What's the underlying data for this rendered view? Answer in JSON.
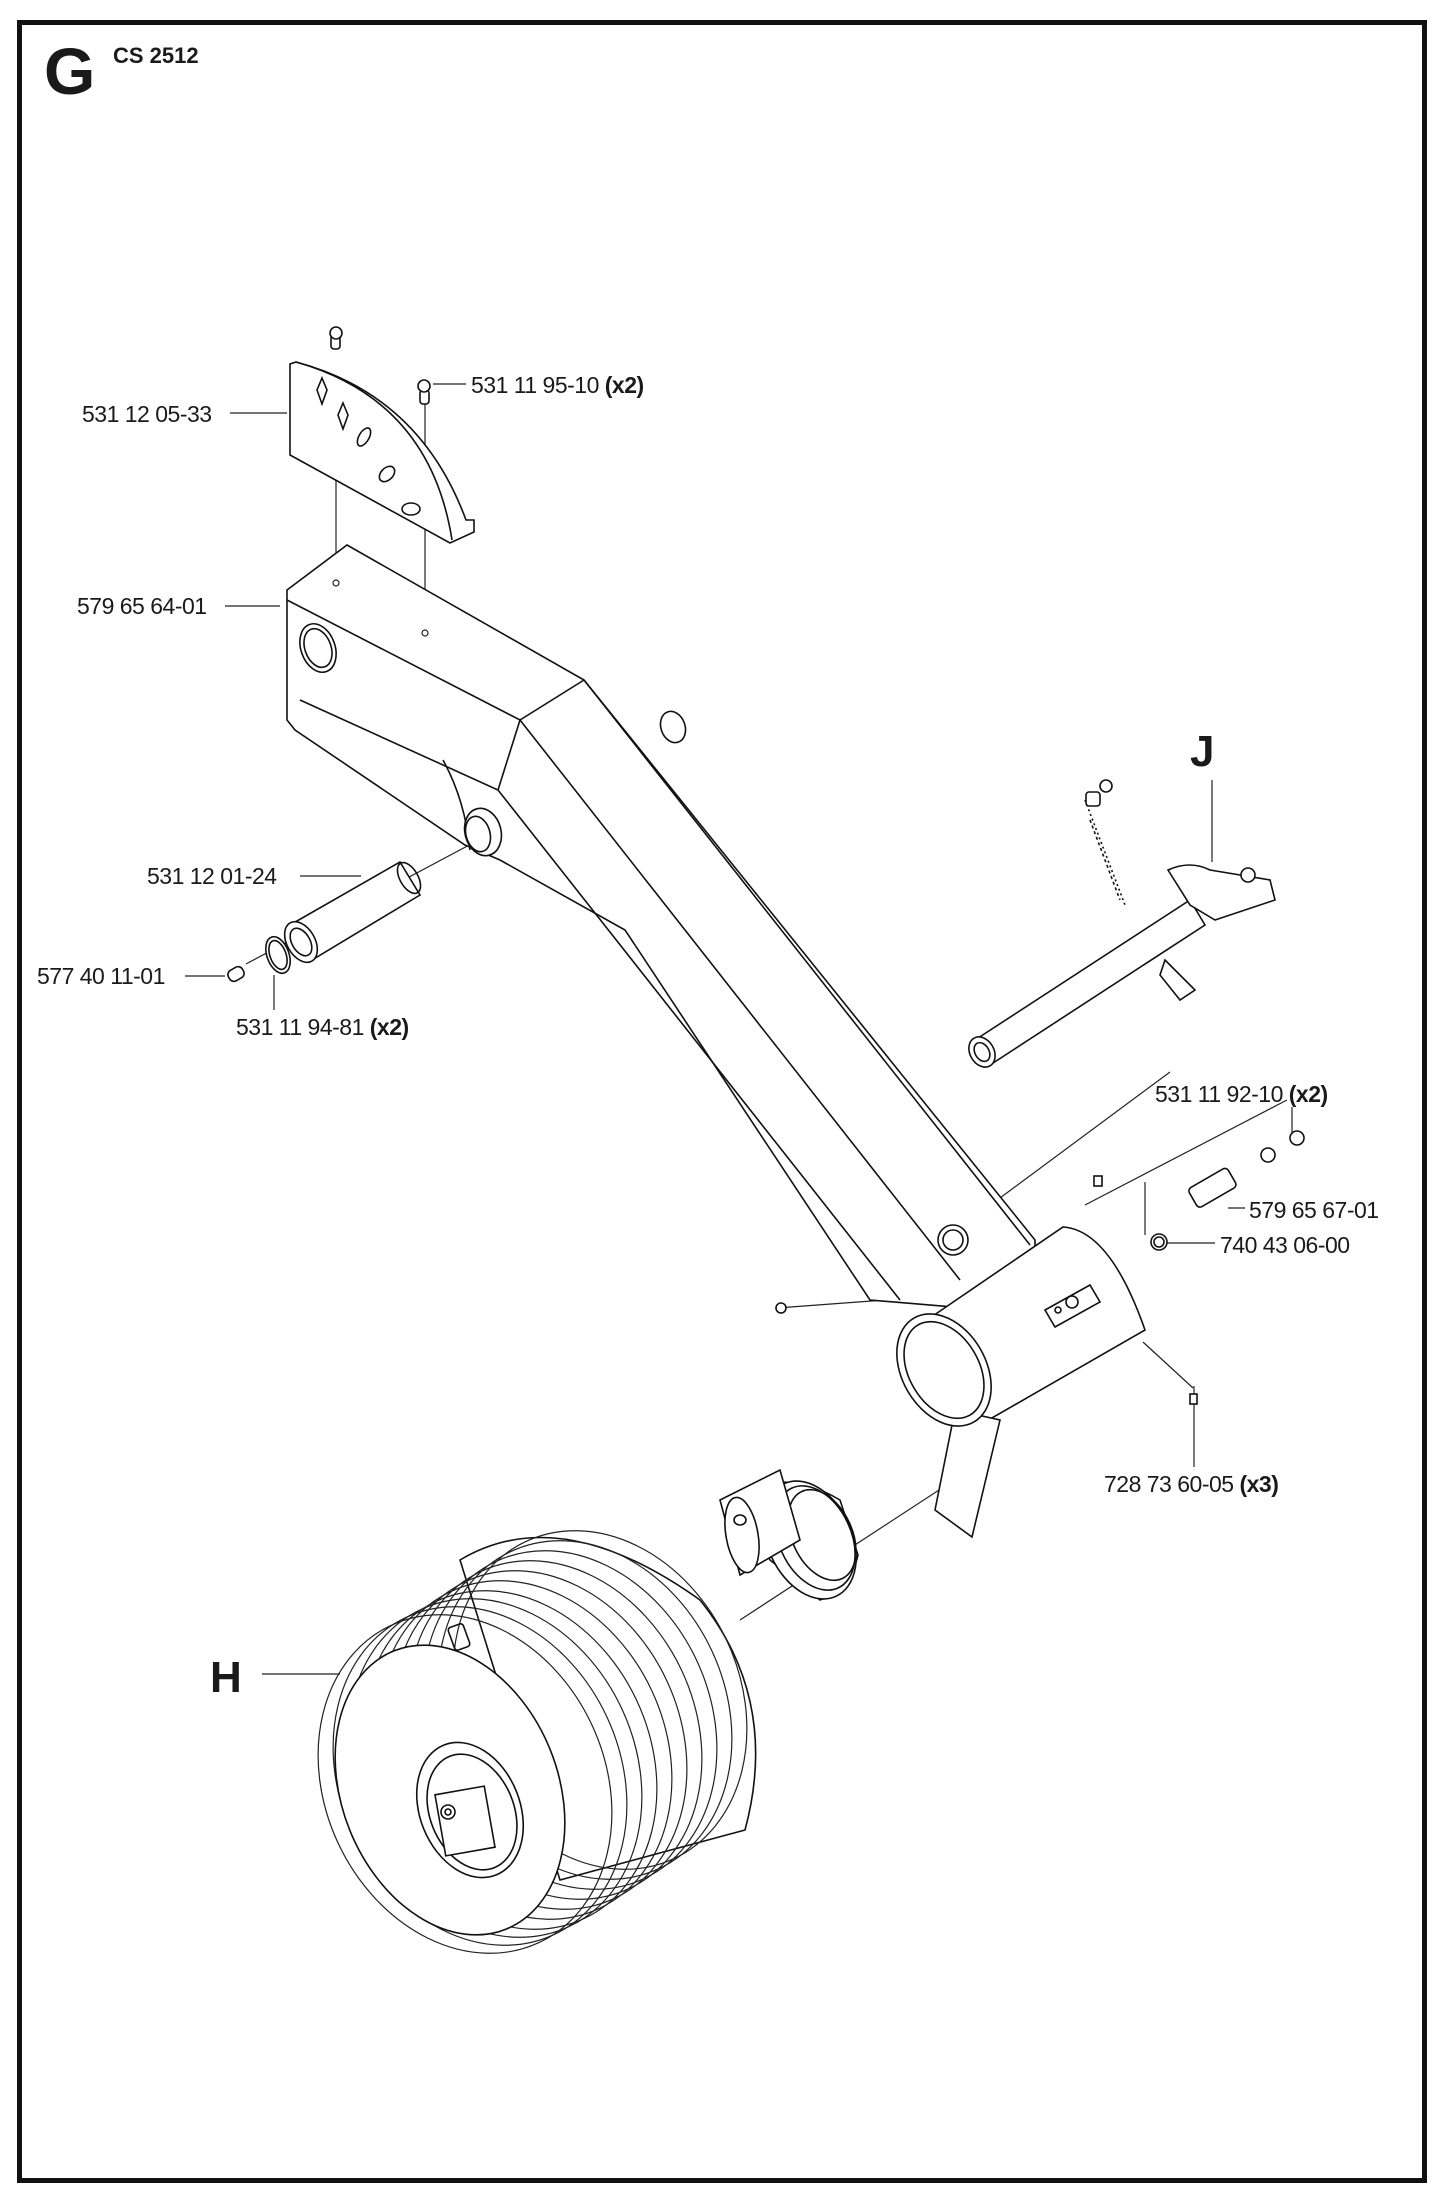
{
  "diagram": {
    "section_letter": "G",
    "model": "CS 2512",
    "assemblies": [
      {
        "id": "J",
        "label": "J"
      },
      {
        "id": "H",
        "label": "H"
      }
    ],
    "parts": [
      {
        "number": "531 12 05-33",
        "qty": ""
      },
      {
        "number": "531 11 95-10",
        "qty": "(x2)"
      },
      {
        "number": "579 65 64-01",
        "qty": ""
      },
      {
        "number": "531 12 01-24",
        "qty": ""
      },
      {
        "number": "577 40 11-01",
        "qty": ""
      },
      {
        "number": "531 11 94-81",
        "qty": "(x2)"
      },
      {
        "number": "531 11 92-10",
        "qty": "(x2)"
      },
      {
        "number": "579 65 67-01",
        "qty": ""
      },
      {
        "number": "740 43 06-00",
        "qty": ""
      },
      {
        "number": "728 73 60-05",
        "qty": "(x3)"
      }
    ]
  }
}
